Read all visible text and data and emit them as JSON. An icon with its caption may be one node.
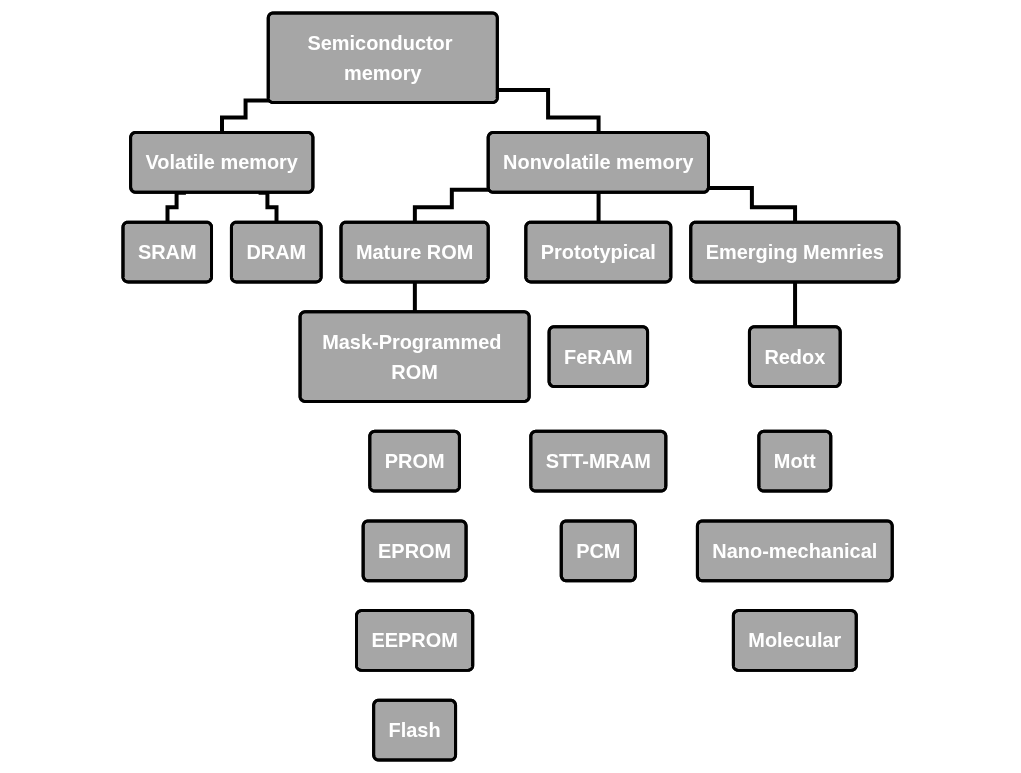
{
  "diagram": {
    "nodes": [
      {
        "text": [
          "Semiconductor memory"
        ]
      },
      {
        "text": [
          "Volatile memory"
        ]
      },
      {
        "text": [
          "Nonvolatile memory"
        ]
      },
      {
        "text": [
          "SRAM"
        ]
      },
      {
        "text": [
          "DRAM"
        ]
      },
      {
        "text": [
          "Mature ROM"
        ]
      },
      {
        "text": [
          "Prototypical"
        ]
      },
      {
        "text": [
          "Emerging Memries"
        ]
      },
      {
        "text": [
          "Mask-Programmed ROM"
        ]
      },
      {
        "text": [
          "PROM"
        ]
      },
      {
        "text": [
          "EPROM"
        ]
      },
      {
        "text": [
          "EEPROM"
        ]
      },
      {
        "text": [
          "Flash"
        ]
      },
      {
        "text": [
          "FeRAM"
        ]
      },
      {
        "text": [
          "STT-MRAM"
        ]
      },
      {
        "text": [
          "PCM"
        ]
      },
      {
        "text": [
          "Redox"
        ]
      },
      {
        "text": [
          "Mott"
        ]
      },
      {
        "text": [
          "Nano-mechanical"
        ]
      },
      {
        "text": [
          "Molecular"
        ]
      }
    ],
    "edges": [
      {
        "from": 0,
        "to": 1,
        "arrow": "none"
      },
      {
        "from": 0,
        "to": 2,
        "arrow": "none"
      },
      {
        "from": 1,
        "to": 3,
        "arrow": "none"
      },
      {
        "from": 1,
        "to": 4,
        "arrow": "none"
      },
      {
        "from": 2,
        "to": 5,
        "arrow": "none"
      },
      {
        "from": 2,
        "to": 6,
        "arrow": "none"
      },
      {
        "from": 2,
        "to": 7,
        "arrow": "none"
      },
      {
        "from": 5,
        "to": 8,
        "arrow": "none"
      },
      {
        "from": 7,
        "to": 16,
        "arrow": "none"
      }
    ]
  }
}
